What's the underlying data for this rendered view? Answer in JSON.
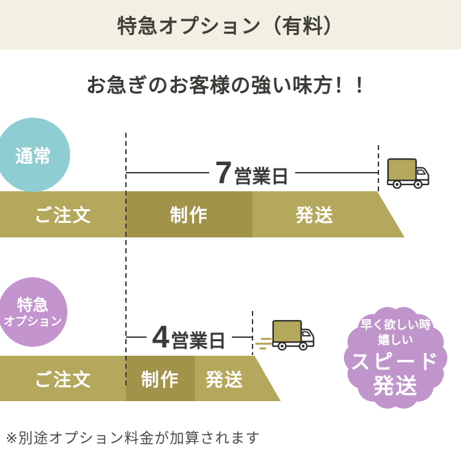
{
  "header": {
    "title": "特急オプション（有料）"
  },
  "subtitle": "お急ぎのお客様の強い味方！！",
  "rows": [
    {
      "id": "normal",
      "label": "通常",
      "duration": {
        "number": "7",
        "unit": "営業日"
      },
      "steps": [
        "ご注文",
        "制作",
        "発送"
      ]
    },
    {
      "id": "express",
      "label_line1": "特急",
      "label_line2": "オプション",
      "duration": {
        "number": "4",
        "unit": "営業日"
      },
      "steps": [
        "ご注文",
        "制作",
        "発送"
      ]
    }
  ],
  "badge": {
    "lines": [
      "早く欲しい時",
      "嬉しい",
      "スピード",
      "発送"
    ]
  },
  "footer": {
    "note": "※別途オプション料金が加算されます"
  },
  "icons": {
    "truck": "delivery-truck",
    "speed": "motion-speed-lines"
  },
  "colors": {
    "header_bg": "#f1f0e2",
    "teal_circle": "#8ecdd2",
    "purple_circle": "#c494ce",
    "badge_purple": "#c095cb",
    "khaki_light": "#b3a85c",
    "khaki_dark": "#a1934a",
    "line_dark": "#3a3a38"
  }
}
